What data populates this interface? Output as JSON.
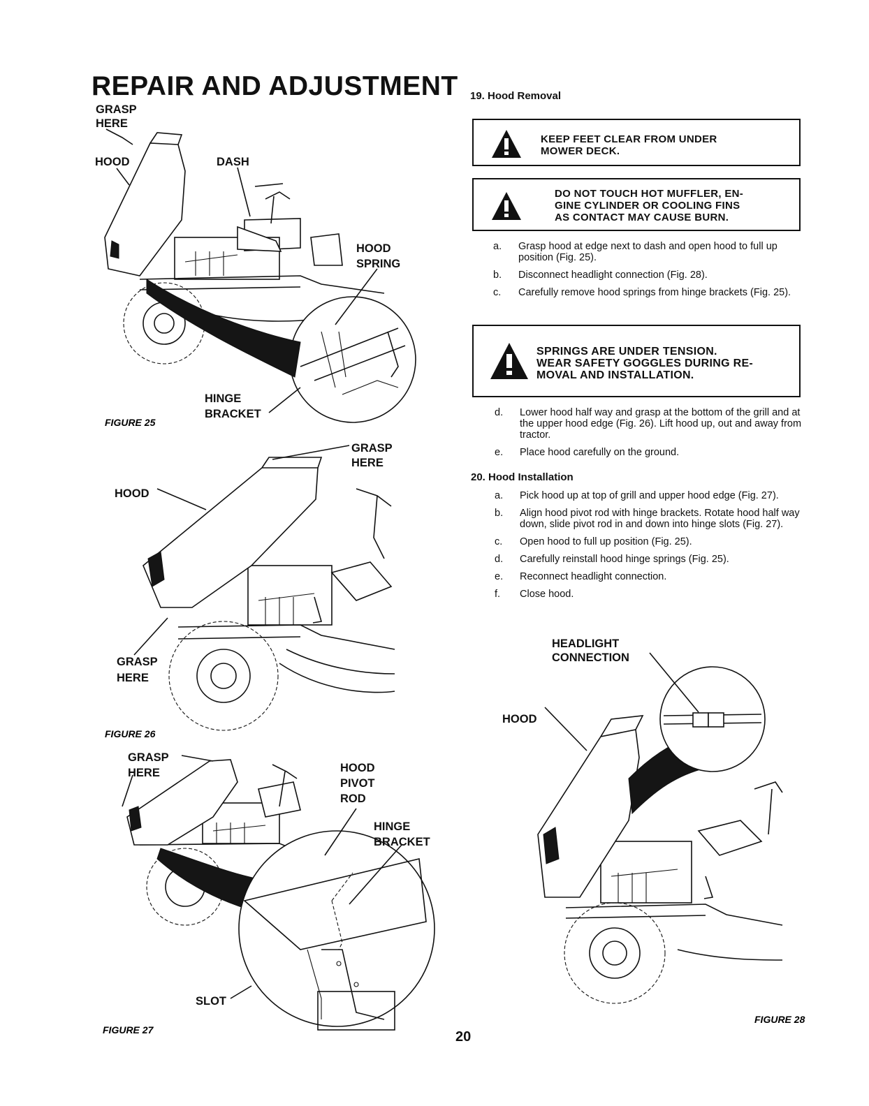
{
  "header": {
    "title": "REPAIR AND ADJUSTMENT"
  },
  "figures": {
    "fig25": {
      "caption": "FIGURE 25",
      "labels": {
        "grasp": "GRASP",
        "here": "HERE",
        "hood": "HOOD",
        "dash": "DASH",
        "hood2": "HOOD",
        "spring": "SPRING",
        "hinge": "HINGE",
        "bracket": "BRACKET"
      }
    },
    "fig26": {
      "caption": "FIGURE 26",
      "labels": {
        "grasp_top": "GRASP",
        "here_top": "HERE",
        "hood": "HOOD",
        "grasp_bottom": "GRASP",
        "here_bottom": "HERE"
      }
    },
    "fig27": {
      "caption": "FIGURE 27",
      "labels": {
        "grasp": "GRASP",
        "here": "HERE",
        "hood": "HOOD",
        "pivot": "PIVOT",
        "rod": "ROD",
        "hinge": "HINGE",
        "bracket": "BRACKET",
        "slot": "SLOT"
      }
    },
    "fig28": {
      "caption": "FIGURE 28",
      "labels": {
        "headlight": "HEADLIGHT",
        "connection": "CONNECTION",
        "hood": "HOOD"
      }
    }
  },
  "section19": {
    "heading": "19. Hood Removal",
    "warning1": [
      "KEEP FEET CLEAR FROM UNDER",
      "MOWER DECK."
    ],
    "warning2": [
      "DO NOT TOUCH HOT MUFFLER, EN-",
      "GINE CYLINDER OR COOLING FINS",
      "AS CONTACT MAY CAUSE BURN."
    ],
    "steps_a": [
      {
        "letter": "a.",
        "text": "Grasp hood at edge next to dash and open hood to full up position (Fig. 25)."
      },
      {
        "letter": "b.",
        "text": "Disconnect headlight connection (Fig. 28)."
      },
      {
        "letter": "c.",
        "text": "Carefully remove hood springs from hinge brackets (Fig. 25)."
      }
    ],
    "warning3": [
      "SPRINGS ARE UNDER TENSION.",
      "WEAR SAFETY GOGGLES DURING RE-",
      "MOVAL AND INSTALLATION."
    ],
    "steps_b": [
      {
        "letter": "d.",
        "text": "Lower hood half way and grasp at the bottom of the grill and at the upper hood edge (Fig. 26). Lift hood up, out and away from tractor."
      },
      {
        "letter": "e.",
        "text": "Place hood carefully on the ground."
      }
    ]
  },
  "section20": {
    "heading": "20. Hood Installation",
    "steps": [
      {
        "letter": "a.",
        "text": "Pick hood up at top of grill and upper hood edge (Fig. 27)."
      },
      {
        "letter": "b.",
        "text": "Align hood pivot rod with hinge brackets. Rotate hood half way down, slide pivot rod in and down into hinge slots (Fig. 27)."
      },
      {
        "letter": "c.",
        "text": "Open hood to full up position (Fig. 25)."
      },
      {
        "letter": "d.",
        "text": "Carefully reinstall hood hinge springs (Fig. 25)."
      },
      {
        "letter": "e.",
        "text": "Reconnect headlight connection."
      },
      {
        "letter": "f.",
        "text": "Close hood."
      }
    ]
  },
  "footer": {
    "page_number": "20"
  }
}
